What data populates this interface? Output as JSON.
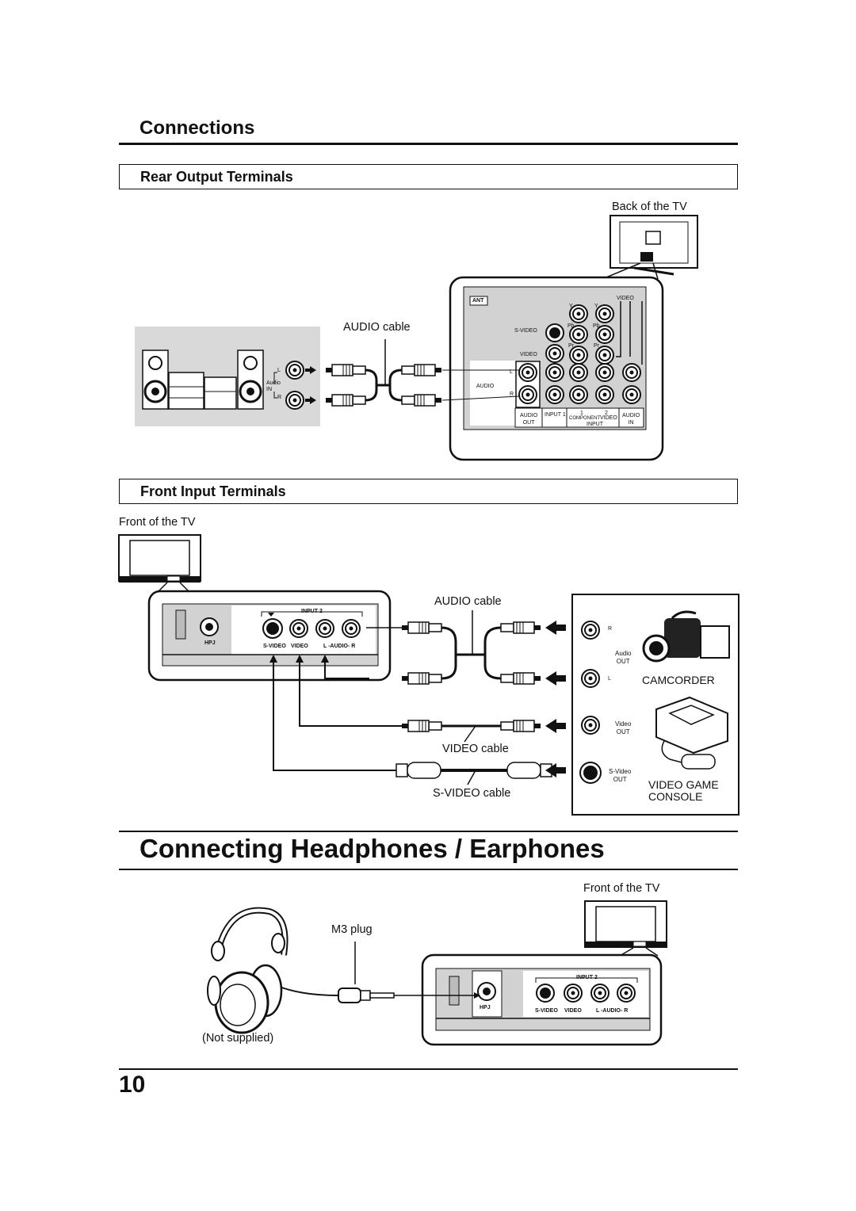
{
  "section_title": "Connections",
  "rear": {
    "title": "Rear Output Terminals",
    "back_of_tv": "Back of the TV",
    "audio_cable": "AUDIO cable",
    "amp_labels": {
      "L": "L",
      "R": "R",
      "audio_in": "Audio\nIN"
    },
    "panel": {
      "ant": "ANT",
      "video_top": "VIDEO",
      "s_video": "S-VIDEO",
      "video": "VIDEO",
      "audio": "AUDIO",
      "y": "Y",
      "pb": "Pb",
      "pr": "Pr",
      "l": "L",
      "r": "R",
      "audio_out": "AUDIO\nOUT",
      "input1": "INPUT 1",
      "one": "1",
      "two": "2",
      "component": "COMPONENT",
      "video_col": "VIDEO",
      "input": "INPUT",
      "audio_in": "AUDIO\nIN"
    }
  },
  "front": {
    "title": "Front Input Terminals",
    "front_of_tv": "Front of the TV",
    "audio_cable": "AUDIO cable",
    "video_cable": "VIDEO cable",
    "svideo_cable": "S-VIDEO cable",
    "panel": {
      "input2": "INPUT 2",
      "hpj": "HPJ",
      "s_video": "S-VIDEO",
      "video": "VIDEO",
      "l_audio_r": "L -AUDIO- R"
    },
    "device": {
      "r": "R",
      "l": "L",
      "audio_out": "Audio\nOUT",
      "camcorder": "CAMCORDER",
      "video_out": "Video\nOUT",
      "svideo_out": "S-Video\nOUT",
      "game_line1": "VIDEO GAME",
      "game_line2": "CONSOLE"
    }
  },
  "headphones": {
    "title": "Connecting Headphones / Earphones",
    "front_of_tv": "Front of the TV",
    "m3_plug": "M3 plug",
    "not_supplied": "(Not supplied)",
    "panel": {
      "input2": "INPUT 2",
      "hpj": "HPJ",
      "s_video": "S-VIDEO",
      "video": "VIDEO",
      "l_audio_r": "L -AUDIO- R"
    }
  },
  "page_number": "10"
}
